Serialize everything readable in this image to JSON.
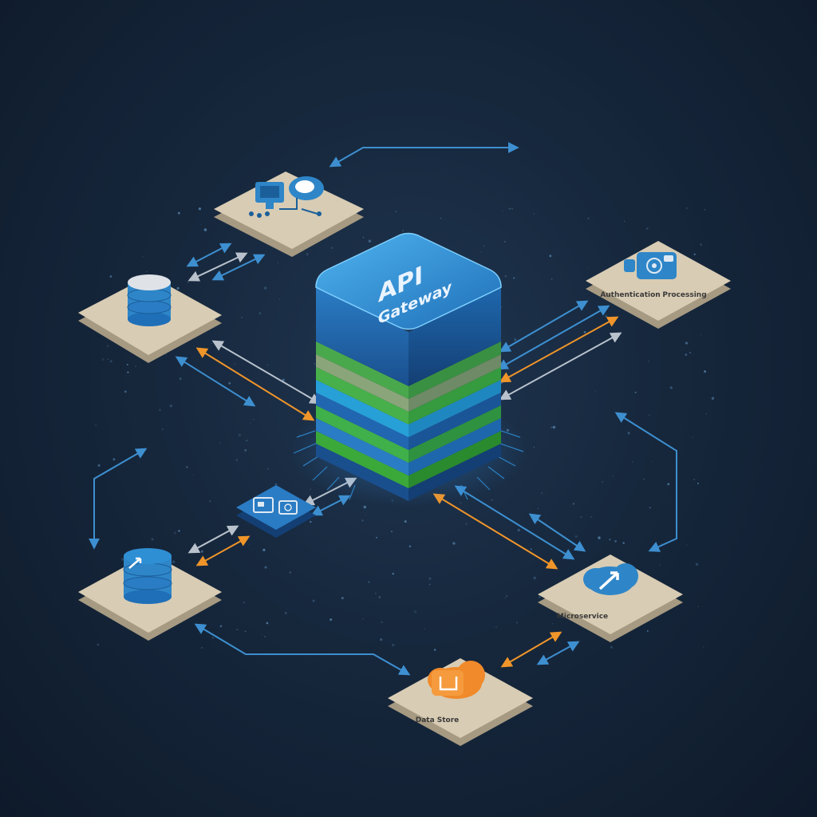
{
  "gateway": {
    "title_line1": "API",
    "title_line2": "Gateway"
  },
  "nodes": {
    "client": {
      "label": ""
    },
    "database": {
      "label": ""
    },
    "authentication": {
      "label_left": "Authentication",
      "label_right": "Processing"
    },
    "service": {
      "label": ""
    },
    "storage": {
      "label": ""
    },
    "microservice": {
      "label": "Microservice"
    },
    "data_store": {
      "label": "Data Store"
    }
  },
  "colors": {
    "tile": "#d8ccb4",
    "tile_shadow": "#a69a82",
    "blue_icon": "#2e86c8",
    "orange_icon": "#f08a2a",
    "arrow_blue": "#3d8fd0",
    "arrow_orange": "#f0952a",
    "arrow_grey": "#b9c2cc"
  }
}
